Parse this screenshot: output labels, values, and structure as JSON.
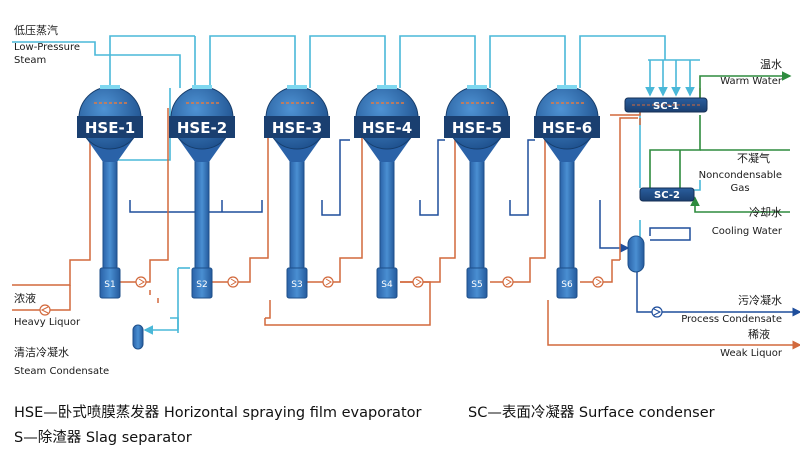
{
  "streams": {
    "low_pressure_steam_cn": "低压蒸汽",
    "low_pressure_steam_en": "Low-Pressure Steam",
    "heavy_liquor_cn": "浓液",
    "heavy_liquor_en": "Heavy Liquor",
    "steam_condensate_cn": "清洁冷凝水",
    "steam_condensate_en": "Steam Condensate",
    "warm_water_cn": "温水",
    "warm_water_en": "Warm Water",
    "noncondensable_cn": "不凝气",
    "noncondensable_en_1": "Noncondensable",
    "noncondensable_en_2": "Gas",
    "cooling_water_cn": "冷却水",
    "cooling_water_en": "Cooling Water",
    "process_condensate_cn": "污冷凝水",
    "process_condensate_en": "Process Condensate",
    "weak_liquor_cn": "稀液",
    "weak_liquor_en": "Weak Liquor"
  },
  "evaporators": [
    {
      "label": "HSE-1",
      "separator": "S1"
    },
    {
      "label": "HSE-2",
      "separator": "S2"
    },
    {
      "label": "HSE-3",
      "separator": "S3"
    },
    {
      "label": "HSE-4",
      "separator": "S4"
    },
    {
      "label": "HSE-5",
      "separator": "S5"
    },
    {
      "label": "HSE-6",
      "separator": "S6"
    }
  ],
  "condensers": {
    "sc1": "SC-1",
    "sc2": "SC-2"
  },
  "legend": {
    "hse": "HSE—卧式喷膜蒸发器 Horizontal spraying film evaporator",
    "sc": "SC—表面冷凝器 Surface condenser",
    "s": "S—除渣器 Slag separator"
  },
  "colors": {
    "steam": "#4ab8d8",
    "liquor": "#d2693c",
    "water": "#2e8b3e",
    "condensate": "#1f4e9c",
    "vessel": "#2f6fb5",
    "vessel_dark": "#1e4f8a"
  }
}
